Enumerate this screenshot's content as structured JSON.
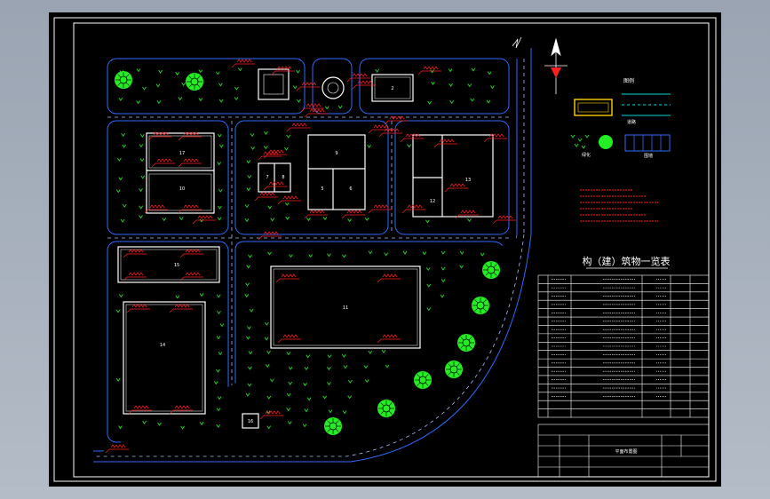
{
  "colors": {
    "background": "#000000",
    "frame": "#ffffff",
    "road": "#2f6cff",
    "building": "#ffffff",
    "dimension": "#ff2020",
    "grass": "#22dd22",
    "tree": "#22ee22",
    "legend_water": "#00d8d8",
    "legend_pipe": "#ffd000"
  },
  "drawing": {
    "table_title": "构（建）筑物一览表",
    "title_block_main": "平面布置图",
    "legend_text_1": "图例",
    "legend_text_2": "道路",
    "legend_text_3": "绿化",
    "legend_text_4": "围墙",
    "building_labels": [
      "2",
      "9",
      "5",
      "6",
      "7",
      "8",
      "10",
      "11",
      "12",
      "13",
      "14",
      "15",
      "16",
      "17"
    ]
  }
}
